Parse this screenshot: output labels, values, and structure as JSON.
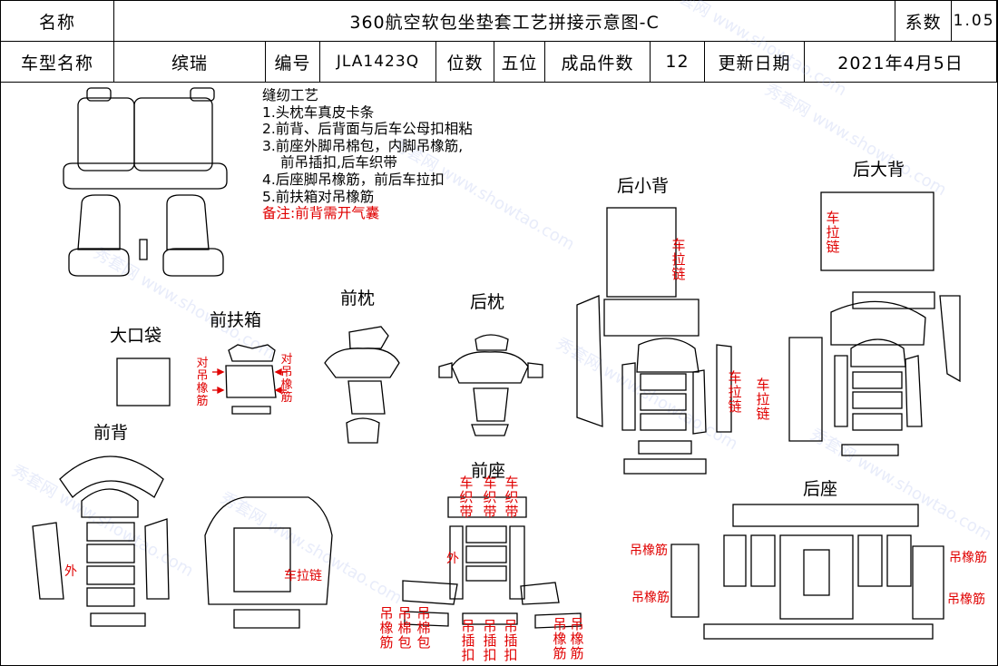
{
  "header": {
    "name_label": "名称",
    "title": "360航空软包坐垫套工艺拼接示意图-C",
    "coef_label": "系数",
    "coef_value": "1.05",
    "model_label": "车型名称",
    "model_value": "缤瑞",
    "code_label": "编号",
    "code_value": "JLA1423Q",
    "position_label": "位数",
    "position_value": "五位",
    "pieces_label": "成品件数",
    "pieces_value": "12",
    "date_label": "更新日期",
    "date_value": "2021年4月5日"
  },
  "notes": {
    "title": "缝纫工艺",
    "items": [
      "1.头枕车真皮卡条",
      "2.前背、后背面与后车公母扣相粘",
      "3.前座外脚吊棉包，内脚吊橡筋,",
      "  前吊插扣,后车织带",
      "4.后座脚吊橡筋，前后车拉扣",
      "5.前扶箱对吊橡筋"
    ],
    "remark": "备注:前背需开气囊"
  },
  "sections": {
    "big_pocket": "大口袋",
    "front_armrest": "前扶箱",
    "front_headrest": "前枕",
    "rear_headrest": "后枕",
    "rear_small_back": "后小背",
    "rear_big_back": "后大背",
    "front_back": "前背",
    "front_seat": "前座",
    "rear_seat": "后座"
  },
  "annotations": {
    "armrest_left": "对吊橡筋",
    "armrest_right": "对吊橡筋",
    "small_back_zip": "车拉链",
    "big_back_zip": "车拉链",
    "big_back_zip_a": "车拉链",
    "big_back_zip_b": "车拉链",
    "front_back_outer": "外",
    "front_back_zip": "车拉链",
    "front_seat_strap_1": "车织带",
    "front_seat_strap_2": "车织带",
    "front_seat_strap_3": "车织带",
    "front_seat_outer": "外",
    "front_seat_hang_1": "吊橡筋",
    "front_seat_hang_2": "吊棉包",
    "front_seat_hang_3": "吊棉包",
    "front_seat_buckle_1": "吊插扣",
    "front_seat_buckle_2": "吊插扣",
    "front_seat_buckle_3": "吊插扣",
    "front_seat_elastic_1": "吊橡筋",
    "front_seat_elastic_2": "吊橡筋",
    "rear_seat_left_1": "吊橡筋",
    "rear_seat_left_2": "吊橡筋",
    "rear_seat_right_1": "吊橡筋",
    "rear_seat_right_2": "吊橡筋"
  },
  "watermark": "秀套网 www.showtao.com",
  "colors": {
    "annotation": "#e00000",
    "line": "#000000"
  }
}
